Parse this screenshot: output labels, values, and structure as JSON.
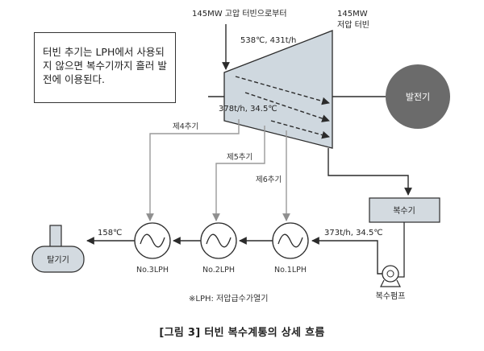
{
  "note": "터빈 추기는 LPH에서 사용되지 않으면 복수기까지 흘러 발전에 이용된다.",
  "inlet": {
    "source": "145MW 고압 터빈으로부터",
    "condition": "538℃, 431t/h"
  },
  "turbine_label_line1": "145MW",
  "turbine_label_line2": "저압 터빈",
  "turbine_exit": "378t/h, 34.5℃",
  "generator": "발전기",
  "extractions": {
    "e4": "제4추기",
    "e5": "제5추기",
    "e6": "제6추기"
  },
  "condenser": "복수기",
  "pump": "복수펌프",
  "pump_flow": "373t/h, 34.5℃",
  "heaters": {
    "lph1": "No.1LPH",
    "lph2": "No.2LPH",
    "lph3": "No.3LPH"
  },
  "deaerator_temp": "158℃",
  "deaerator": "탈기기",
  "footnote": "※LPH: 저압급수가열기",
  "caption": "[그림 3] 터빈 복수계통의 상세 흐름",
  "colors": {
    "generator_fill": "#6b6b6b",
    "turbine_fill": "#cfd8df",
    "condenser_fill": "#d3dae0",
    "line_dark": "#2b2b2b",
    "line_light": "#9a9a9a"
  }
}
